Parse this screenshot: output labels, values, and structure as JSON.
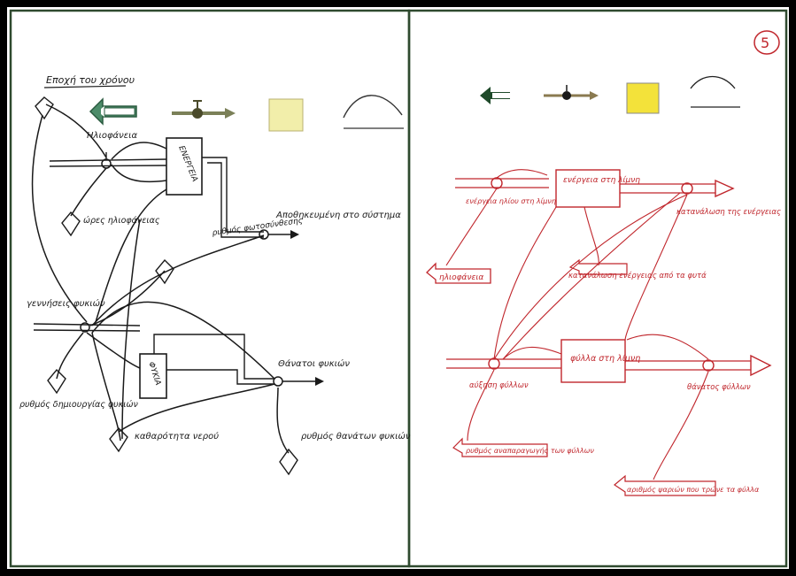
{
  "page_number": "5",
  "colors": {
    "ink_black": "#1a1a1a",
    "ink_red": "#c0262c",
    "frame": "#2f4a2f",
    "source_arrow_green": "#4d8c6a",
    "stock_fill_left": "#f2eeaa",
    "stock_fill_right": "#f3e23a"
  },
  "left_sheet": {
    "labels": {
      "time_label": "Εποχή του χρόνου",
      "solar_radiation": "Ηλιοφάνεια",
      "hours_of_sunshine": "ώρες ηλιοφάνειας",
      "energy": "ΕΝΕΡΓΕΙΑ",
      "energy_stored_in_system": "Αποθηκευμένη στο σύστημα",
      "photosynthesis_rate": "ρυθμός φωτοσύνθεσης",
      "plant_births": "γεννήσεις φυκιών",
      "algae": "ΦΥΚΙΑ",
      "plant_deaths": "Θάνατοι φυκιών",
      "reproduction_rate": "ρυθμός δημιουργίας φυκιών",
      "water_purity": "καθαρότητα νερού",
      "death_rate": "ρυθμός θανάτων φυκιών"
    }
  },
  "right_sheet": {
    "labels": {
      "energy_in_pond": "ενέργεια στη λίμνη",
      "energy_input": "ενέργεια ηλίου στη λίμνη",
      "energy_consumption": "κατανάλωση της ενέργειας",
      "sunshine": "ηλιοφάνεια",
      "consumption_of_energy_by_plants": "κατανάλωση ενέργειας από τα φυτά",
      "leaves_in_pond": "φύλλα στη λίμνη",
      "leaf_fall": "αύξηση φύλλων",
      "leaf_decay": "θάνατος φύλλων",
      "reproduction_of_leaves": "ρυθμός αναπαραγωγής των φύλλων",
      "number_of_fish": "αριθμός ψαριών που τρώνε τα φύλλα"
    }
  }
}
